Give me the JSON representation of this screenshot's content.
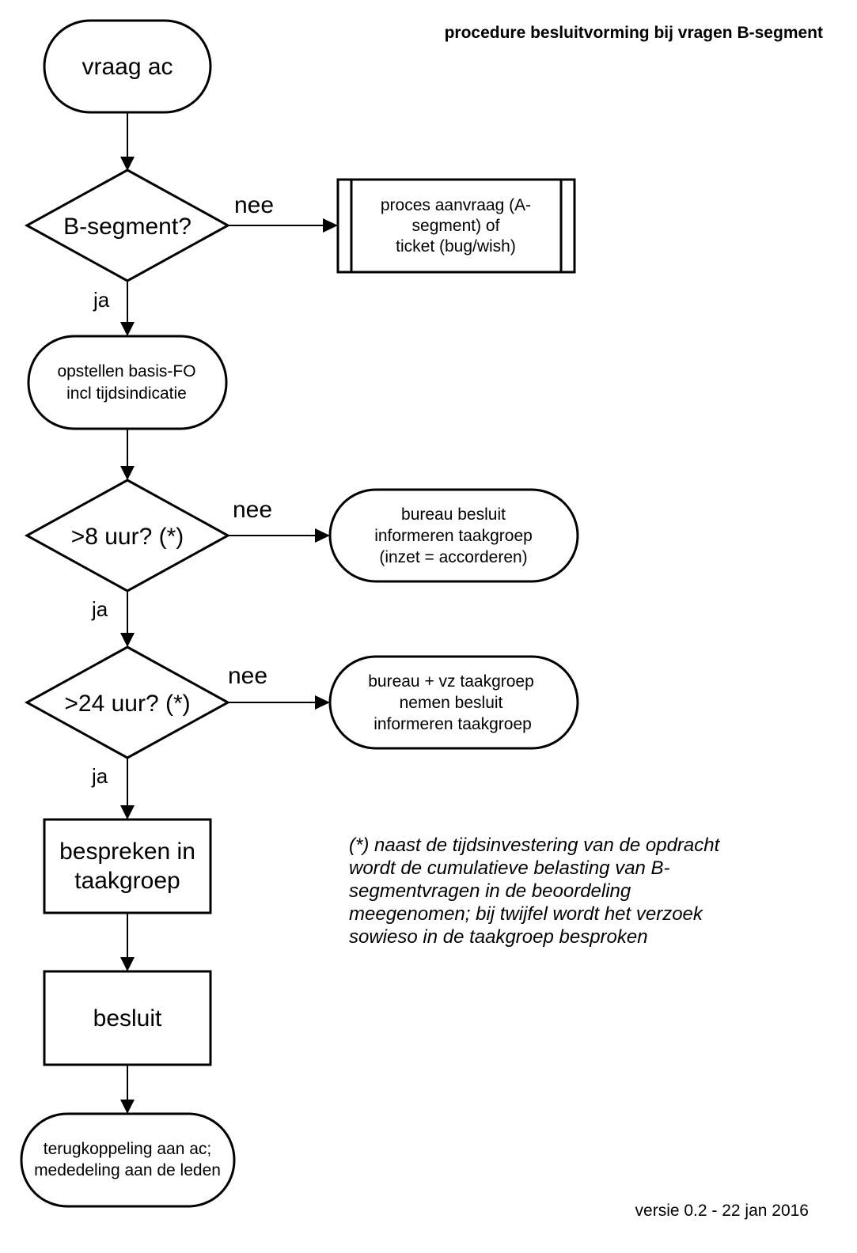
{
  "title": "procedure besluitvorming bij vragen B-segment",
  "version": "versie 0.2 - 22 jan 2016",
  "nodes": {
    "start": "vraag ac",
    "q_bsegment": "B-segment?",
    "proces_aanvraag": [
      "proces aanvraag (A-",
      "segment) of",
      "ticket (bug/wish)"
    ],
    "opstellen": [
      "opstellen basis-FO",
      "incl tijdsindicatie"
    ],
    "q_8uur": ">8 uur? (*)",
    "bureau_besluit": [
      "bureau besluit",
      "informeren taakgroep",
      "(inzet = accorderen)"
    ],
    "q_24uur": ">24 uur? (*)",
    "bureau_vz": [
      "bureau + vz taakgroep",
      "nemen besluit",
      "informeren taakgroep"
    ],
    "bespreken": [
      "bespreken in",
      "taakgroep"
    ],
    "besluit": "besluit",
    "terugkoppeling": [
      "terugkoppeling aan ac;",
      "mededeling aan de leden"
    ]
  },
  "edge_labels": {
    "nee": "nee",
    "ja": "ja"
  },
  "footnote": [
    "(*) naast de tijdsinvestering van de opdracht",
    "wordt de cumulatieve belasting van B-",
    "segmentvragen in de beoordeling",
    "meegenomen; bij twijfel wordt het verzoek",
    "sowieso in de taakgroep besproken"
  ]
}
